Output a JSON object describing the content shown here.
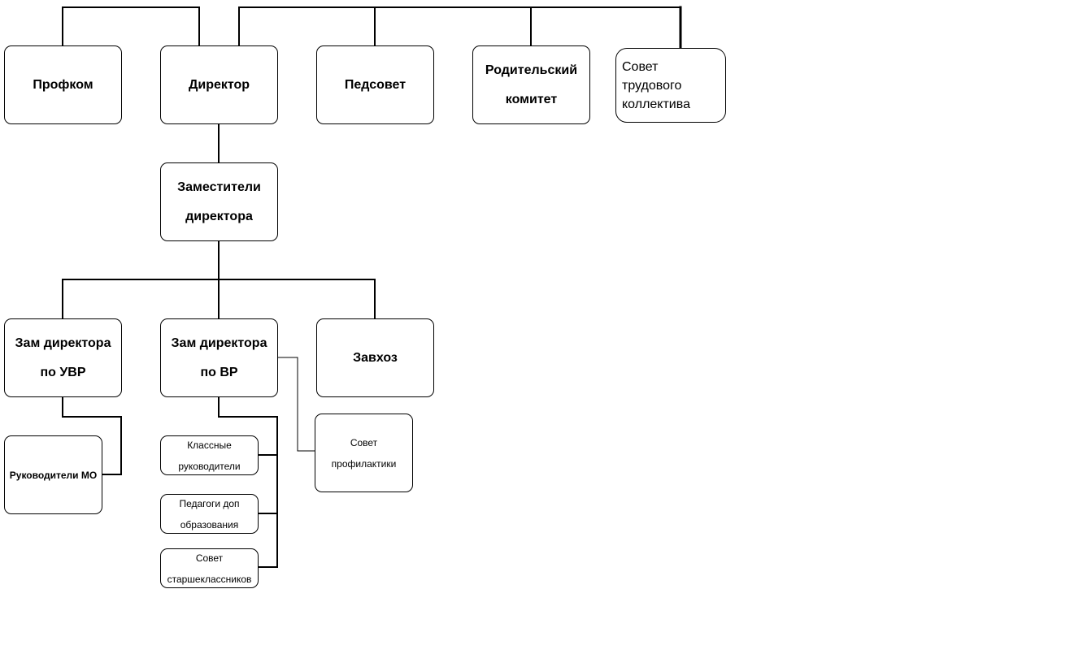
{
  "nodes": {
    "profkom": "Профком",
    "direktor": "Директор",
    "pedsovet": "Педсовет",
    "roditelsky_komitet": "Родительский\nкомитет",
    "sovet_trudovogo_kollektiva": "Совет\nтрудового\nколлектива",
    "zamestiteli_direktora": "Заместители\nдиректора",
    "zam_uvr": "Зам директора\nпо УВР",
    "zam_vr": "Зам директора\nпо ВР",
    "zavhoz": "Завхоз",
    "rukovoditeli_mo": "Руководители МО",
    "klassnye_rukovoditeli": "Классные\nруководители",
    "pedagogi_dop": "Педагоги доп\nобразования",
    "sovet_starsheklassnikov": "Совет\nстаршеклассников",
    "sovet_profilaktiki": "Совет\nпрофилактики"
  },
  "colors": {
    "line": "#000000",
    "box_border": "#000000",
    "background": "#ffffff"
  }
}
